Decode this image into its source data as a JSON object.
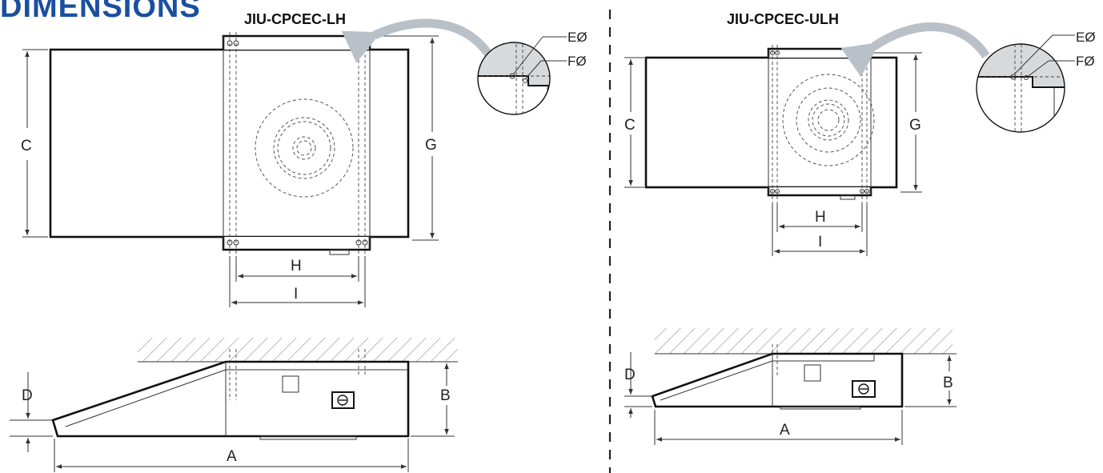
{
  "header": {
    "title": "DIMENSIONS"
  },
  "left": {
    "model": "JIU-CPCEC-LH",
    "labels": {
      "c": "C",
      "g": "G",
      "h": "H",
      "i": "I",
      "a": "A",
      "b": "B",
      "d": "D",
      "e": "EØ",
      "f": "FØ"
    }
  },
  "right": {
    "model": "JIU-CPCEC-ULH",
    "labels": {
      "c": "C",
      "g": "G",
      "h": "H",
      "i": "I",
      "a": "A",
      "b": "B",
      "d": "D",
      "e": "EØ",
      "f": "FØ"
    }
  },
  "colors": {
    "header": "#1a4fa0",
    "arrow": "#b9c0c8",
    "detail_fill": "#d6dadd"
  }
}
